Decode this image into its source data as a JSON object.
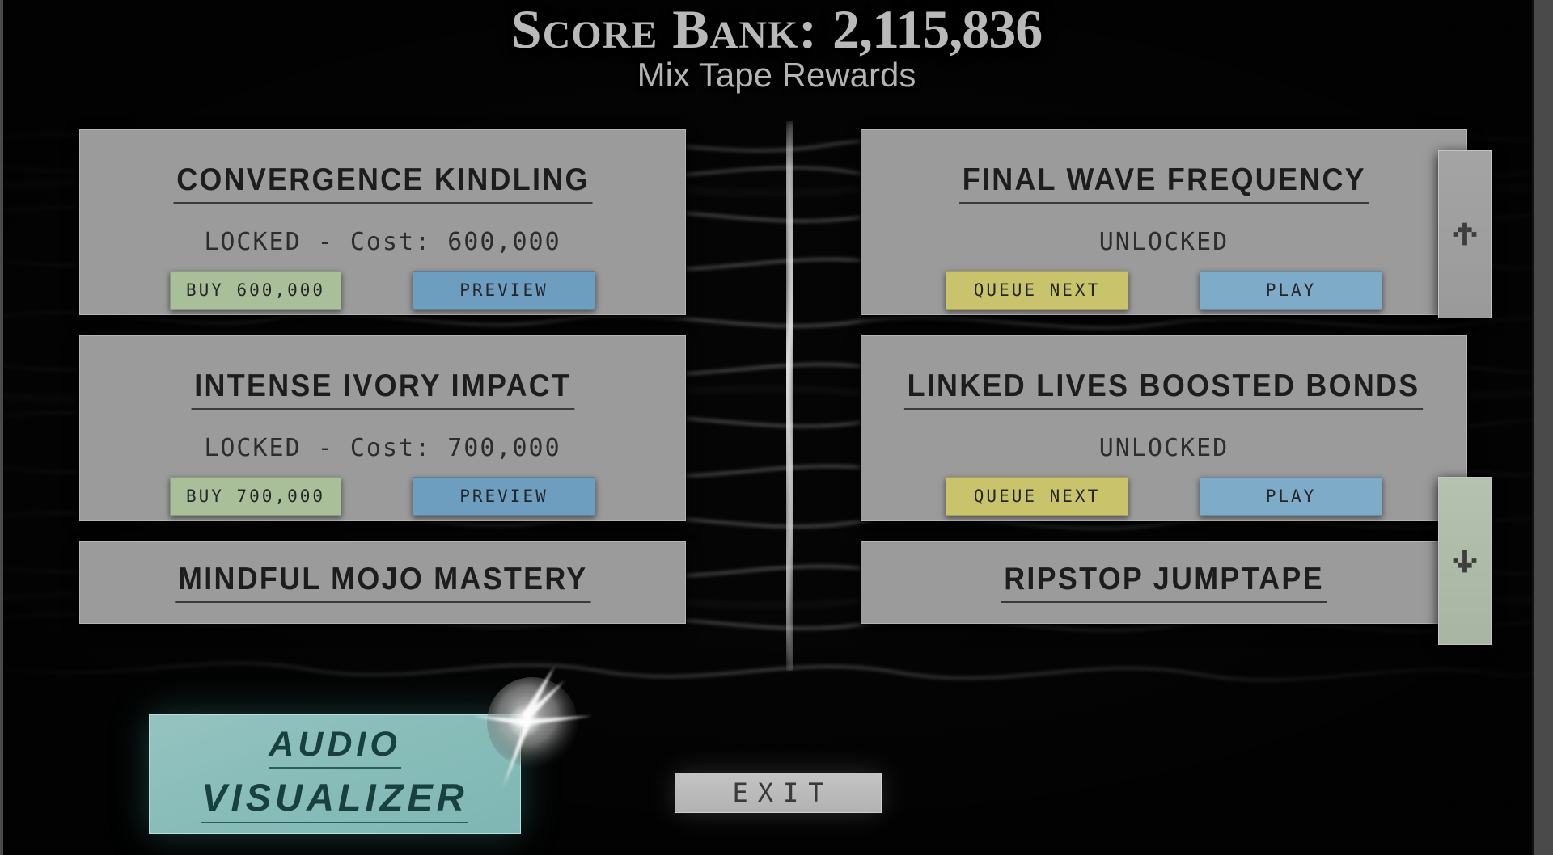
{
  "header": {
    "score_label": "Score Bank:",
    "score_value": "2,115,836",
    "subtitle": "Mix Tape Rewards"
  },
  "columns": {
    "left": [
      {
        "title": "CONVERGENCE KINDLING",
        "status": "LOCKED - Cost: 600,000",
        "primary_button": "BUY 600,000",
        "secondary_button": "PREVIEW",
        "state": "locked"
      },
      {
        "title": "INTENSE IVORY IMPACT",
        "status": "LOCKED - Cost: 700,000",
        "primary_button": "BUY 700,000",
        "secondary_button": "PREVIEW",
        "state": "locked"
      },
      {
        "title": "MINDFUL MOJO MASTERY",
        "state": "partial"
      }
    ],
    "right": [
      {
        "title": "FINAL WAVE FREQUENCY",
        "status": "UNLOCKED",
        "primary_button": "QUEUE NEXT",
        "secondary_button": "PLAY",
        "state": "unlocked"
      },
      {
        "title": "LINKED LIVES BOOSTED BONDS",
        "status": "UNLOCKED",
        "primary_button": "QUEUE NEXT",
        "secondary_button": "PLAY",
        "state": "unlocked"
      },
      {
        "title": "RIPSTOP JUMPTAPE",
        "state": "partial"
      }
    ]
  },
  "scroll": {
    "up_icon": "scroll-up-arrow-icon",
    "down_icon": "scroll-down-arrow-icon"
  },
  "footer": {
    "audio_visualizer_line1": "AUDIO",
    "audio_visualizer_line2": "VISUALIZER",
    "exit_label": "EXIT"
  },
  "colors": {
    "buy": "#a8bf99",
    "preview": "#6d9ec0",
    "queue": "#c9c46c",
    "play": "#7eabc8",
    "card": "#9b9b9b",
    "audio_visualizer": "#88bdba",
    "background": "#050505"
  }
}
